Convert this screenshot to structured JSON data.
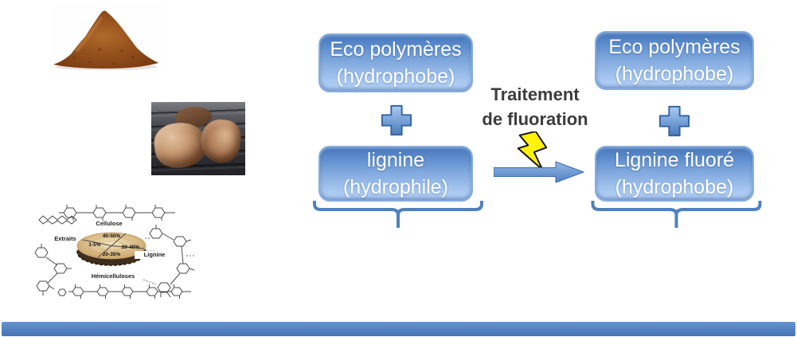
{
  "flow": {
    "left_box_top": {
      "line1": "Eco polymères",
      "line2": "(hydrophobe)"
    },
    "left_box_bottom": {
      "line1": "lignine",
      "line2": "(hydrophile)"
    },
    "right_box_top": {
      "line1": "Eco polymères",
      "line2": "(hydrophobe)"
    },
    "right_box_bottom": {
      "line1": "Lignine fluoré",
      "line2": "(hydrophobe)"
    },
    "treatment": {
      "line1": "Traitement",
      "line2": "de fluoration"
    }
  },
  "wood": {
    "cellulose": {
      "label": "Cellulose",
      "pct": "40-50%"
    },
    "extraits": {
      "label": "Extraits",
      "pct": "1-5%"
    },
    "lignine": {
      "label": "Lignine",
      "pct": "20-40%"
    },
    "hemicelluloses": {
      "label": "Hémicelluloses",
      "pct": "20-35%"
    }
  },
  "icons": {
    "plus": "plus-cross",
    "lightning": "lightning-bolt",
    "arrow": "right-arrow",
    "brace": "under-brace"
  },
  "colors": {
    "accent_blue": "#4f81bd",
    "box_gradient_top": "#4475b9",
    "box_gradient_bottom": "#b9d3f6",
    "box_border": "#85aede",
    "box_text": "#ffffff",
    "treatment_text": "#3c3c3c",
    "bolt_yellow": "#fef10a",
    "footer_bar": "#4f81bd"
  }
}
